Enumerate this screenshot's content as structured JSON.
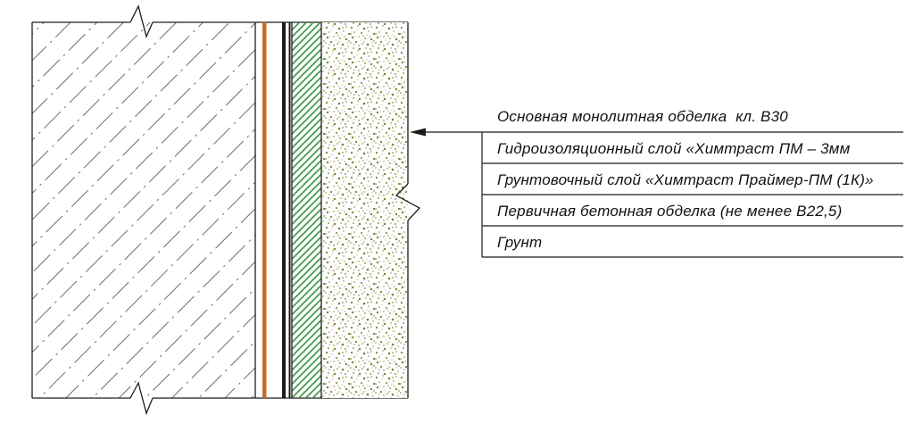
{
  "callouts": [
    "Основная монолитная обделка  кл. В30",
    "Гидроизоляционный слой «Химтраст ПМ – 3мм",
    "Грунтовочный слой «Химтраст Праймер-ПМ (1К)»",
    "Первичная бетонная обделка (не менее В22,5)",
    "Грунт"
  ],
  "colors": {
    "line": "#1c1c1c",
    "soil_hatch": "#5d5d5d",
    "membrane_orange": "#c1702f",
    "primer_green": "#3c9643",
    "concrete_speckle": "#75862f",
    "concrete_speckle_dark": "#59661f"
  }
}
